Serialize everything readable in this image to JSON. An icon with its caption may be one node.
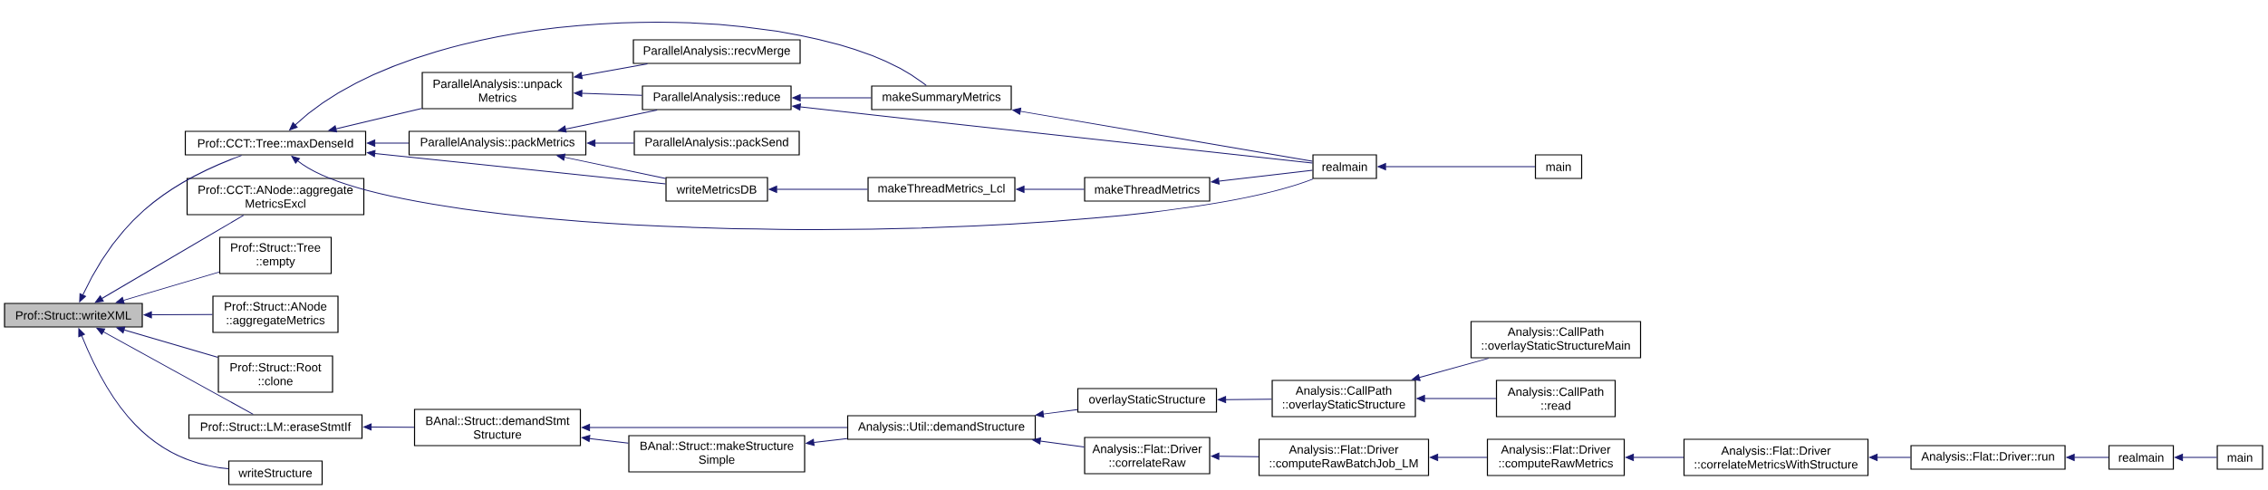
{
  "diagram": {
    "nodes": [
      {
        "text": [
          "Prof::Struct::writeXML"
        ]
      },
      {
        "text": [
          "Prof::CCT::Tree::maxDenseId"
        ]
      },
      {
        "text": [
          "Prof::CCT::ANode::aggregate MetricsExcl"
        ]
      },
      {
        "text": [
          "Prof::Struct::Tree ::empty"
        ]
      },
      {
        "text": [
          "Prof::Struct::ANode ::aggregateMetrics"
        ]
      },
      {
        "text": [
          "Prof::Struct::Root ::clone"
        ]
      },
      {
        "text": [
          "Prof::Struct::LM::eraseStmtIf"
        ]
      },
      {
        "text": [
          "writeStructure"
        ]
      },
      {
        "text": [
          "ParallelAnalysis::unpack Metrics"
        ]
      },
      {
        "text": [
          "ParallelAnalysis::packMetrics"
        ]
      },
      {
        "text": [
          "ParallelAnalysis::recvMerge"
        ]
      },
      {
        "text": [
          "ParallelAnalysis::reduce"
        ]
      },
      {
        "text": [
          "ParallelAnalysis::packSend"
        ]
      },
      {
        "text": [
          "writeMetricsDB"
        ]
      },
      {
        "text": [
          "makeSummaryMetrics"
        ]
      },
      {
        "text": [
          "makeThreadMetrics_Lcl"
        ]
      },
      {
        "text": [
          "makeThreadMetrics"
        ]
      },
      {
        "text": [
          "realmain"
        ]
      },
      {
        "text": [
          "main"
        ]
      },
      {
        "text": [
          "BAnal::Struct::demandStmt Structure"
        ]
      },
      {
        "text": [
          "BAnal::Struct::makeStructure Simple"
        ]
      },
      {
        "text": [
          "Analysis::Util::demandStructure"
        ]
      },
      {
        "text": [
          "overlayStaticStructure"
        ]
      },
      {
        "text": [
          "Analysis::Flat::Driver ::correlateRaw"
        ]
      },
      {
        "text": [
          "Analysis::CallPath ::overlayStaticStructure"
        ]
      },
      {
        "text": [
          "Analysis::CallPath ::overlayStaticStructureMain"
        ]
      },
      {
        "text": [
          "Analysis::CallPath ::read"
        ]
      },
      {
        "text": [
          "Analysis::Flat::Driver ::computeRawBatchJob_LM"
        ]
      },
      {
        "text": [
          "Analysis::Flat::Driver ::computeRawMetrics"
        ]
      },
      {
        "text": [
          "Analysis::Flat::Driver ::correlateMetricsWithStructure"
        ]
      },
      {
        "text": [
          "Analysis::Flat::Driver::run"
        ]
      },
      {
        "text": [
          "realmain"
        ]
      },
      {
        "text": [
          "main"
        ]
      }
    ],
    "edges": [
      {
        "from": 1,
        "to": 0,
        "arrow": "to"
      },
      {
        "from": 2,
        "to": 0,
        "arrow": "to"
      },
      {
        "from": 3,
        "to": 0,
        "arrow": "to"
      },
      {
        "from": 4,
        "to": 0,
        "arrow": "to"
      },
      {
        "from": 5,
        "to": 0,
        "arrow": "to"
      },
      {
        "from": 6,
        "to": 0,
        "arrow": "to"
      },
      {
        "from": 7,
        "to": 0,
        "arrow": "to"
      },
      {
        "from": 14,
        "to": 1,
        "arrow": "to"
      },
      {
        "from": 8,
        "to": 1,
        "arrow": "to"
      },
      {
        "from": 9,
        "to": 1,
        "arrow": "to"
      },
      {
        "from": 13,
        "to": 1,
        "arrow": "to"
      },
      {
        "from": 17,
        "to": 1,
        "arrow": "to"
      },
      {
        "from": 10,
        "to": 8,
        "arrow": "to"
      },
      {
        "from": 11,
        "to": 8,
        "arrow": "to"
      },
      {
        "from": 11,
        "to": 9,
        "arrow": "to"
      },
      {
        "from": 12,
        "to": 9,
        "arrow": "to"
      },
      {
        "from": 13,
        "to": 9,
        "arrow": "to"
      },
      {
        "from": 14,
        "to": 11,
        "arrow": "to"
      },
      {
        "from": 17,
        "to": 11,
        "arrow": "to"
      },
      {
        "from": 17,
        "to": 14,
        "arrow": "to"
      },
      {
        "from": 15,
        "to": 13,
        "arrow": "to"
      },
      {
        "from": 16,
        "to": 15,
        "arrow": "to"
      },
      {
        "from": 17,
        "to": 16,
        "arrow": "to"
      },
      {
        "from": 18,
        "to": 17,
        "arrow": "to"
      },
      {
        "from": 19,
        "to": 6,
        "arrow": "to"
      },
      {
        "from": 21,
        "to": 19,
        "arrow": "to"
      },
      {
        "from": 20,
        "to": 19,
        "arrow": "to"
      },
      {
        "from": 21,
        "to": 20,
        "arrow": "to"
      },
      {
        "from": 22,
        "to": 21,
        "arrow": "to"
      },
      {
        "from": 23,
        "to": 21,
        "arrow": "to"
      },
      {
        "from": 24,
        "to": 22,
        "arrow": "to"
      },
      {
        "from": 25,
        "to": 24,
        "arrow": "to"
      },
      {
        "from": 26,
        "to": 24,
        "arrow": "to"
      },
      {
        "from": 27,
        "to": 23,
        "arrow": "to"
      },
      {
        "from": 28,
        "to": 27,
        "arrow": "to"
      },
      {
        "from": 29,
        "to": 28,
        "arrow": "to"
      },
      {
        "from": 30,
        "to": 29,
        "arrow": "to"
      },
      {
        "from": 31,
        "to": 30,
        "arrow": "to"
      },
      {
        "from": 32,
        "to": 31,
        "arrow": "to"
      }
    ]
  }
}
